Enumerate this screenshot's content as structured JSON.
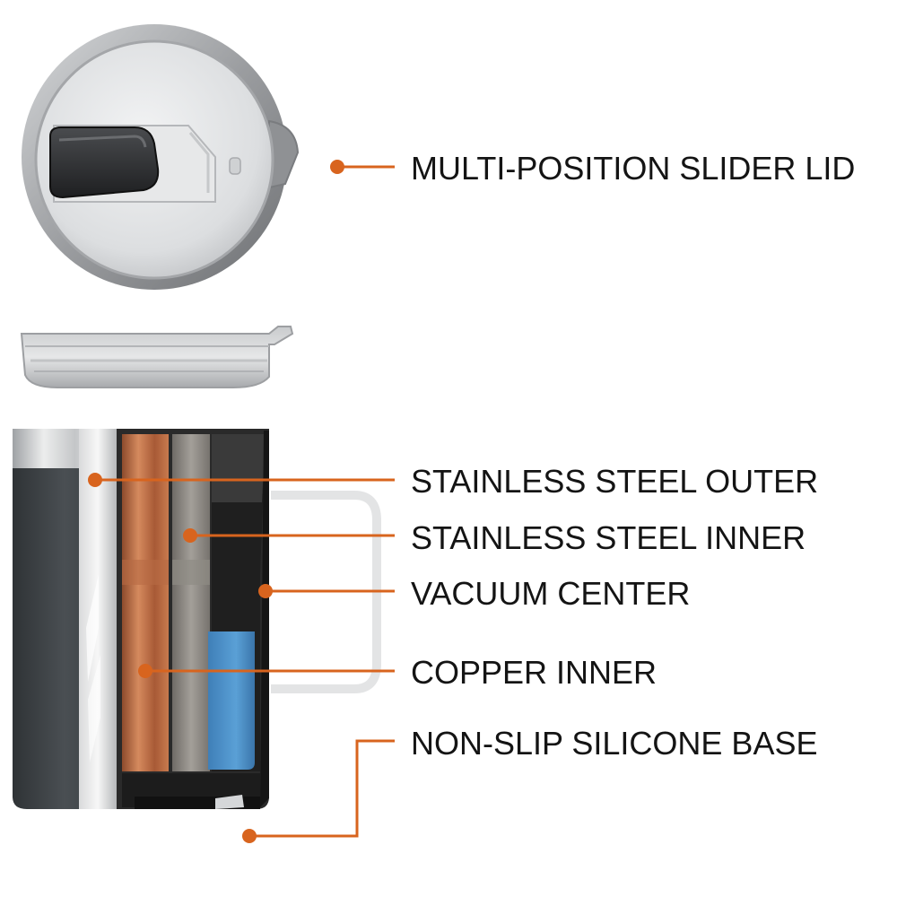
{
  "callouts": {
    "lid": "MULTI-POSITION SLIDER LID",
    "outer": "STAINLESS STEEL OUTER",
    "inner": "STAINLESS STEEL INNER",
    "vacuum": "VACUUM CENTER",
    "copper": "COPPER INNER",
    "base": "NON-SLIP SILICONE BASE"
  },
  "colors": {
    "accent": "#d8641e",
    "text": "#141414",
    "outer_shell": "#3f4448",
    "steel_band": "#c9cbcd",
    "copper": "#b0603c",
    "inner_steel": "#8a8680",
    "vacuum": "#2b2b2b",
    "liquid": "#4a90c8",
    "lid": "#9a9c9e"
  }
}
